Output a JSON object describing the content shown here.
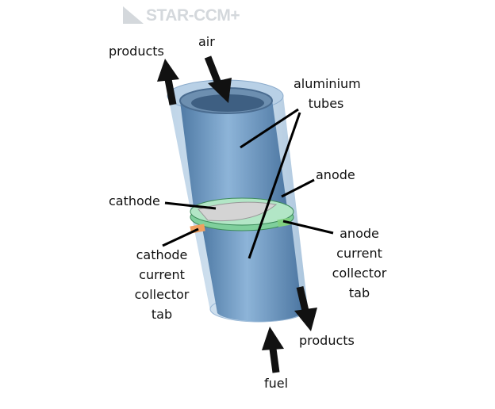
{
  "logo": {
    "text": "STAR-CCM+"
  },
  "labels": {
    "products_top": "products",
    "air": "air",
    "aluminium_tubes": [
      "aluminium",
      "tubes"
    ],
    "anode": "anode",
    "cathode": "cathode",
    "anode_tab": [
      "anode",
      "current",
      "collector",
      "tab"
    ],
    "cathode_tab": [
      "cathode",
      "current",
      "collector",
      "tab"
    ],
    "products_bottom": "products",
    "fuel": "fuel"
  },
  "colors": {
    "tube": "#7fa8cc",
    "inner_tube": "#5e87b0",
    "anode": "#a9e2bf",
    "cathode": "#cfcfcf",
    "cathode_tab": "#f0a060",
    "anode_tab": "#80d080"
  }
}
